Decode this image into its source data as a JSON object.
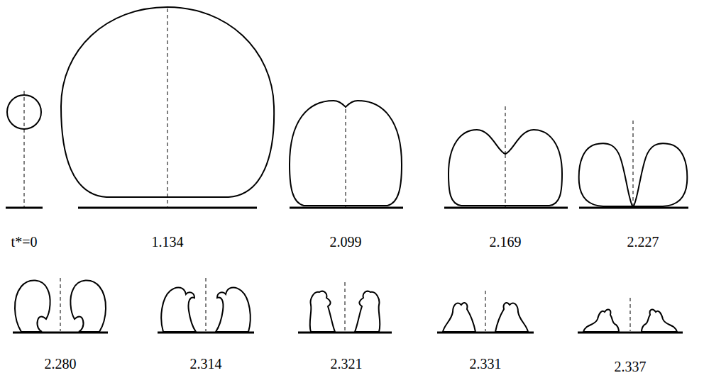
{
  "diagram": {
    "labels": [
      "t*=0",
      "1.134",
      "2.099",
      "2.169",
      "2.227",
      "2.280",
      "2.314",
      "2.321",
      "2.331",
      "2.337"
    ]
  }
}
